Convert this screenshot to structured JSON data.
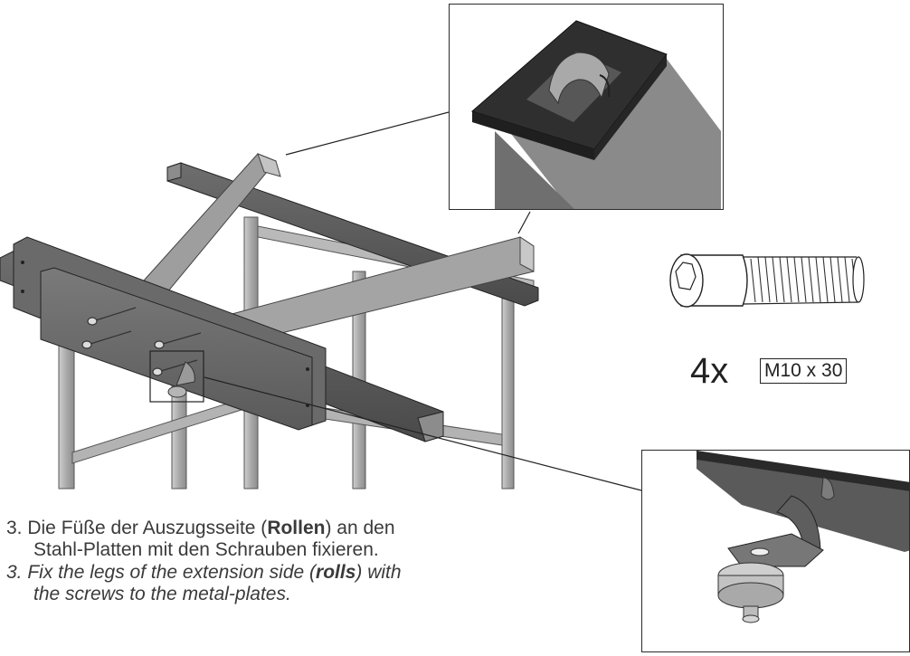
{
  "hardware": {
    "quantity": "4x",
    "spec": "M10 x 30"
  },
  "instruction_de": {
    "line1_pre": "3. Die Füße der Auszugsseite (",
    "line1_bold": "Rollen",
    "line1_post": ") an den",
    "line2": "Stahl-Platten mit den Schrauben fixieren."
  },
  "instruction_en": {
    "line1_pre": "3. Fix the legs of the extension side (",
    "line1_bold": "rolls",
    "line1_post": ") with",
    "line2": "the screws to the metal-plates."
  },
  "colors": {
    "frame_grey": "#8a8a8a",
    "dark_grey": "#3c3c3c",
    "outline": "#2b2b2b",
    "text": "#2a2a2a"
  }
}
